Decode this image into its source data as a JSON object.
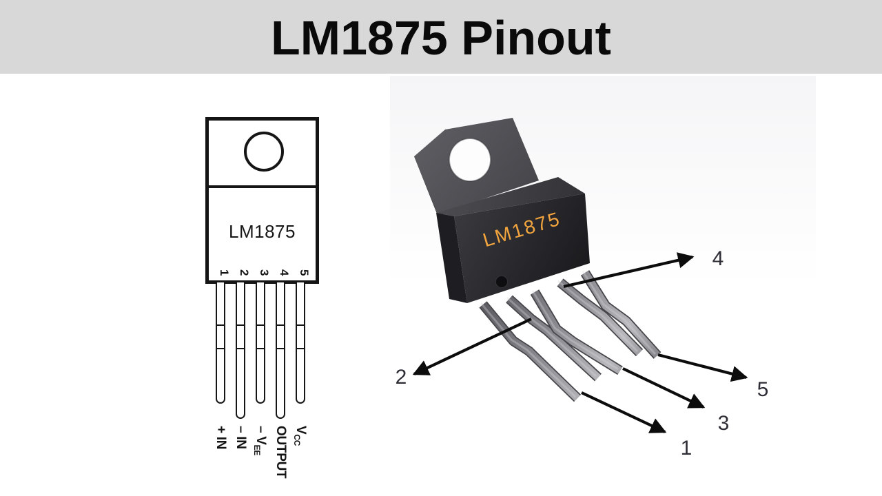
{
  "header": {
    "title": "LM1875 Pinout"
  },
  "colors": {
    "header_bg": "#d8d8d8",
    "schematic_ink": "#151515",
    "chip_marking": "#f2a53e",
    "arrow": "#0c0c0c",
    "callout_text": "#2d2d35"
  },
  "schematic": {
    "chip_label": "LM1875",
    "pins": [
      {
        "number": "1",
        "label": "+ IN",
        "sub": ""
      },
      {
        "number": "2",
        "label": "– IN",
        "sub": ""
      },
      {
        "number": "3",
        "label": "– V",
        "sub": "EE"
      },
      {
        "number": "4",
        "label": "OUTPUT",
        "sub": ""
      },
      {
        "number": "5",
        "label": "V",
        "sub": "CC"
      }
    ]
  },
  "photo": {
    "chip_marking": "LM1875",
    "callouts": [
      {
        "pin": "1"
      },
      {
        "pin": "2"
      },
      {
        "pin": "3"
      },
      {
        "pin": "4"
      },
      {
        "pin": "5"
      }
    ]
  }
}
